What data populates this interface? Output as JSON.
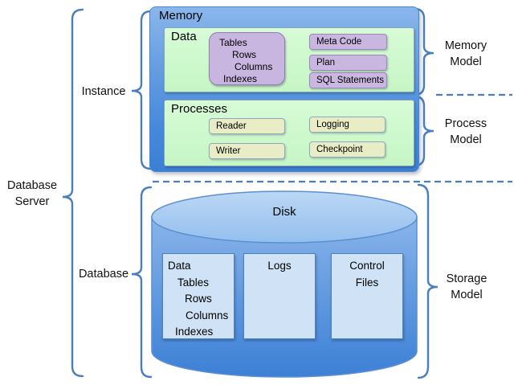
{
  "labels": {
    "database_server": "Database Server",
    "instance": "Instance",
    "database": "Database",
    "memory_model": "Memory Model",
    "process_model": "Process Model",
    "storage_model": "Storage Model"
  },
  "memory": {
    "title": "Memory",
    "data_section": {
      "title": "Data",
      "stack_lines": [
        "Tables",
        "Rows",
        "Columns",
        "Indexes"
      ],
      "items": [
        "Meta Code",
        "Plan",
        "SQL Statements"
      ]
    },
    "processes_section": {
      "title": "Processes",
      "items": [
        "Reader",
        "Logging",
        "Writer",
        "Checkpoint"
      ]
    }
  },
  "disk": {
    "title": "Disk",
    "data_box_lines": [
      "Data",
      "Tables",
      "Rows",
      "Columns",
      "Indexes"
    ],
    "logs_label": "Logs",
    "control_files": "Control Files"
  },
  "colors": {
    "brace_blue": "#4a7ebd",
    "memory_gradient_top": "#8ab6ec",
    "memory_gradient_bottom": "#3c80d6",
    "green_panel": "#ccf8cb",
    "purple_box": "#c8b5e0",
    "khaki_box": "#e9edc6",
    "cylinder_top": "#a9cbf1",
    "cylinder_bottom": "#3d80d6",
    "storage_box": "#d0e2f5"
  }
}
